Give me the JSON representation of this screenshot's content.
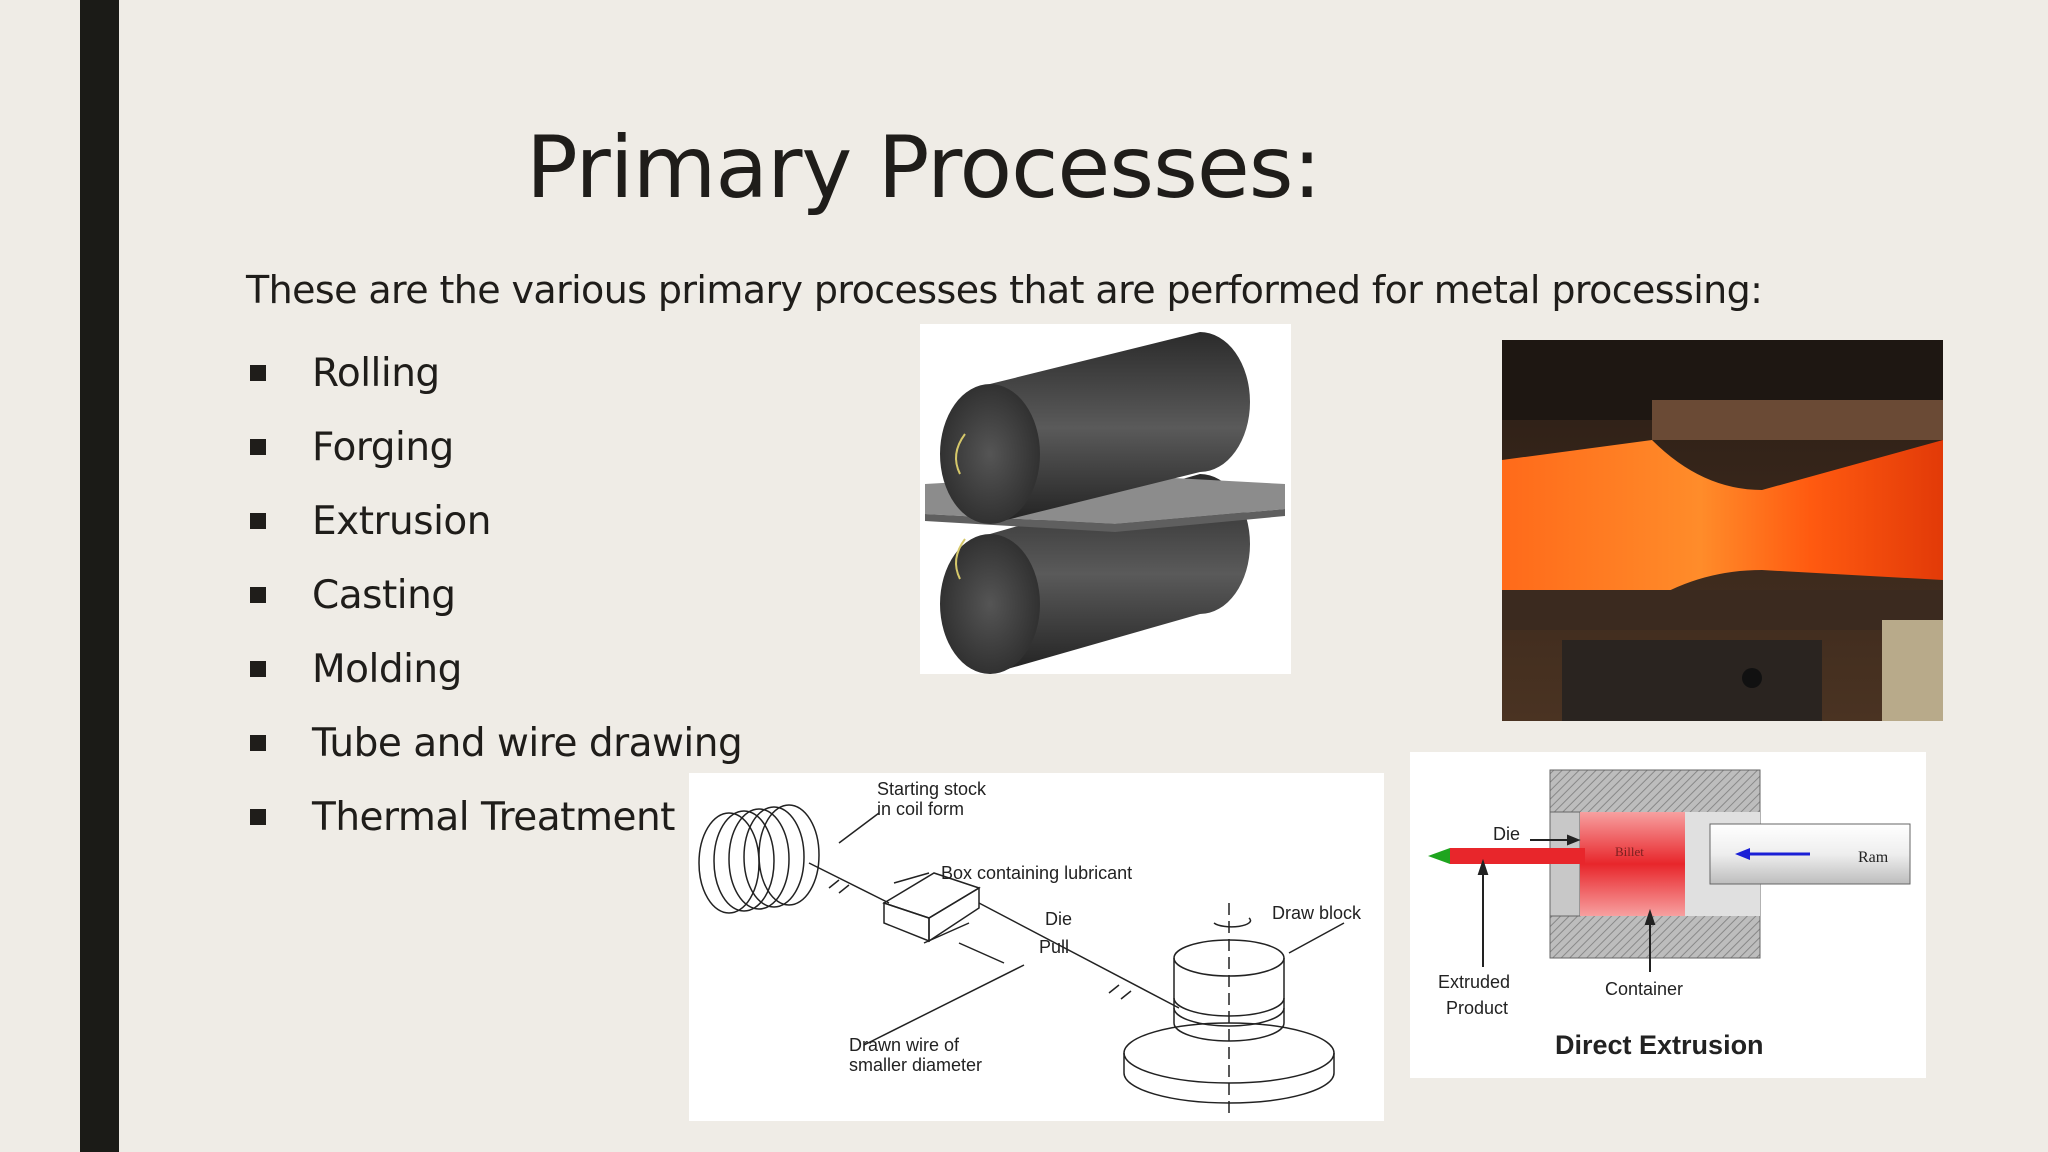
{
  "slide": {
    "title": "Primary Processes:",
    "intro": "These are the various primary processes that are performed for metal processing:",
    "bullets": [
      "Rolling",
      "Forging",
      "Extrusion",
      "Casting",
      "Molding",
      "Tube and wire drawing",
      "Thermal Treatment"
    ]
  },
  "figures": {
    "drawing": {
      "labels": {
        "stock1": "Starting stock",
        "stock2": "in coil form",
        "box": "Box containing lubricant",
        "die": "Die",
        "pull": "Pull",
        "block": "Draw block",
        "wire1": "Drawn wire of",
        "wire2": "smaller diameter"
      }
    },
    "extrusion": {
      "labels": {
        "die": "Die",
        "billet": "Billet",
        "ram": "Ram",
        "product1": "Extruded",
        "product2": "Product",
        "container": "Container",
        "title": "Direct Extrusion"
      }
    }
  },
  "colors": {
    "sidebar": "#1b1b17",
    "background": "#efece6",
    "billet": "#e8262b"
  }
}
